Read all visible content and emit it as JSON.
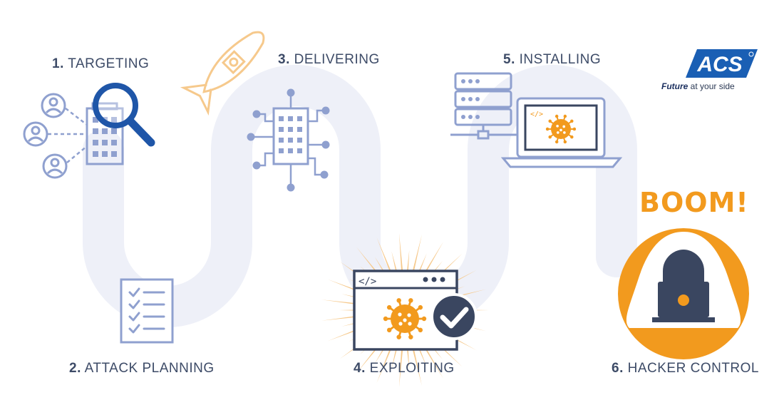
{
  "steps": [
    {
      "number": "1.",
      "label": "TARGETING"
    },
    {
      "number": "2.",
      "label": "ATTACK PLANNING"
    },
    {
      "number": "3.",
      "label": "DELIVERING"
    },
    {
      "number": "4.",
      "label": "EXPLOITING"
    },
    {
      "number": "5.",
      "label": "INSTALLING"
    },
    {
      "number": "6.",
      "label": "HACKER CONTROL"
    }
  ],
  "boom_text": "BOOM!",
  "logo": {
    "brand": "ACS",
    "tagline_bold": "Future",
    "tagline_rest": " at your side"
  },
  "code_symbol": "</>",
  "colors": {
    "path": "#eef0f8",
    "navy": "#3d4b67",
    "blue_line": "#8fa0cf",
    "orange": "#f29a1e",
    "magnifier": "#1f56a8",
    "dark_slate": "#3a4660",
    "logo_blue": "#1a5fb4"
  }
}
